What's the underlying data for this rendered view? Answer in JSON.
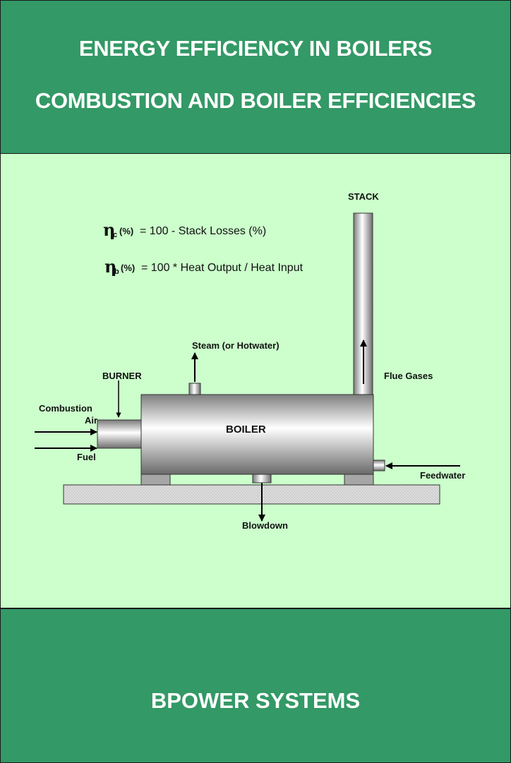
{
  "header": {
    "title": "ENERGY EFFICIENCY IN BOILERS",
    "subtitle": "COMBUSTION AND BOILER EFFICIENCIES"
  },
  "equations": {
    "combustion": {
      "symbol": "η",
      "subscript": "c",
      "unit": "(%)",
      "expression": "= 100 - Stack Losses (%)"
    },
    "boiler": {
      "symbol": "η",
      "subscript": "b",
      "unit": "(%)",
      "expression": "= 100 * Heat Output / Heat Input"
    }
  },
  "diagram": {
    "labels": {
      "stack": "STACK",
      "flue_gases": "Flue Gases",
      "steam": "Steam (or Hotwater)",
      "burner": "BURNER",
      "combustion_air_1": "Combustion",
      "combustion_air_2": "Air",
      "fuel": "Fuel",
      "boiler": "BOILER",
      "feedwater": "Feedwater",
      "blowdown": "Blowdown"
    },
    "colors": {
      "background": "#CCFFCC",
      "header": "#339966",
      "metal_dark": "#808080",
      "metal_light": "#FFFFFF"
    }
  },
  "footer": {
    "company": "BPOWER SYSTEMS"
  }
}
